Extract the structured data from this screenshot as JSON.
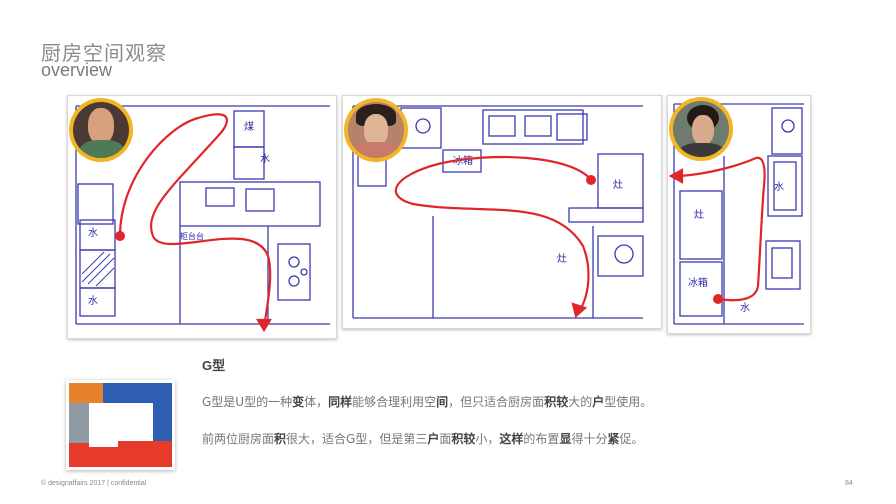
{
  "header": {
    "title_cn": "厨房空间观察",
    "title_en": "overview"
  },
  "sketches": [
    {
      "labels": [
        "煤",
        "水",
        "水",
        "水",
        "柜台台"
      ]
    },
    {
      "labels": [
        "冰箱",
        "灶",
        "灶"
      ]
    },
    {
      "labels": [
        "灶",
        "水",
        "冰箱",
        "水"
      ]
    }
  ],
  "section": {
    "heading": "G型",
    "line1_parts": [
      "G型是U型的一种",
      "变",
      "体，",
      "同样",
      "能够合理利用空",
      "间",
      "，但只适合厨房面",
      "积较",
      "大的",
      "户",
      "型使用。"
    ],
    "line2_parts": [
      "前两位厨房面",
      "积",
      "很大，适合G型，但是第三",
      "户",
      "面",
      "积较",
      "小，",
      "这样",
      "的布置",
      "显",
      "得十分",
      "紧",
      "促。"
    ]
  },
  "footer": {
    "copyright": "© designaffairs 2017 | confidential",
    "page_number": "84"
  },
  "colors": {
    "accent_red": "#e0262b",
    "sketch_ink": "#3a3ab0",
    "avatar_ring": "#f2b526",
    "g_orange": "#e5822b",
    "g_blue": "#2f5fb0",
    "g_gray": "#8f9aa3",
    "g_red": "#e83a2a"
  }
}
